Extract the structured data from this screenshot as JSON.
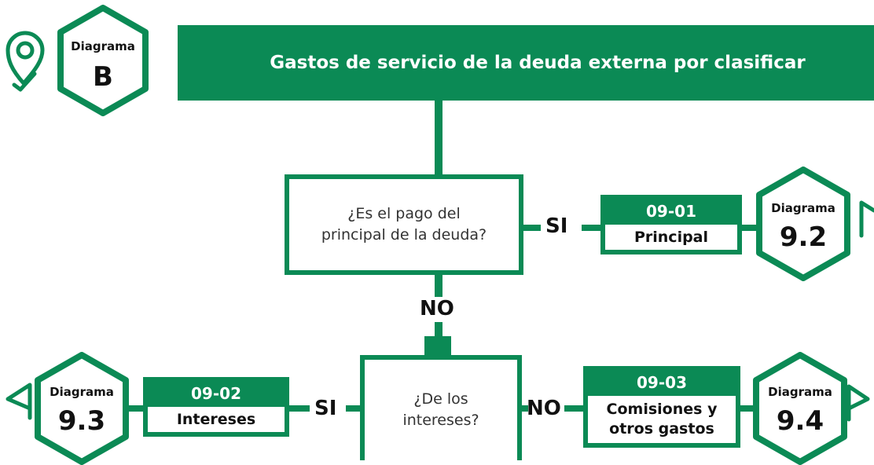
{
  "header": {
    "title": "Gastos de servicio de la deuda externa por clasificar"
  },
  "start_hex": {
    "label": "Diagrama",
    "id": "B"
  },
  "question1": {
    "line1": "¿Es el pago del",
    "line2": "principal de la deuda?"
  },
  "question2": {
    "line1": "¿De los",
    "line2": "intereses?"
  },
  "labels": {
    "si1": "SI",
    "no1": "NO",
    "si2": "SI",
    "no2": "NO"
  },
  "code_01": {
    "code": "09-01",
    "name": "Principal"
  },
  "code_02": {
    "code": "09-02",
    "name": "Intereses"
  },
  "code_03": {
    "code": "09-03",
    "name_line1": "Comisiones y",
    "name_line2": "otros gastos"
  },
  "hex_92": {
    "label": "Diagrama",
    "id": "9.2"
  },
  "hex_93": {
    "label": "Diagrama",
    "id": "9.3"
  },
  "hex_94": {
    "label": "Diagrama",
    "id": "9.4"
  },
  "icons": [
    "location-pin-icon",
    "flag-icon"
  ],
  "colors": {
    "accent": "#0b8a55"
  }
}
